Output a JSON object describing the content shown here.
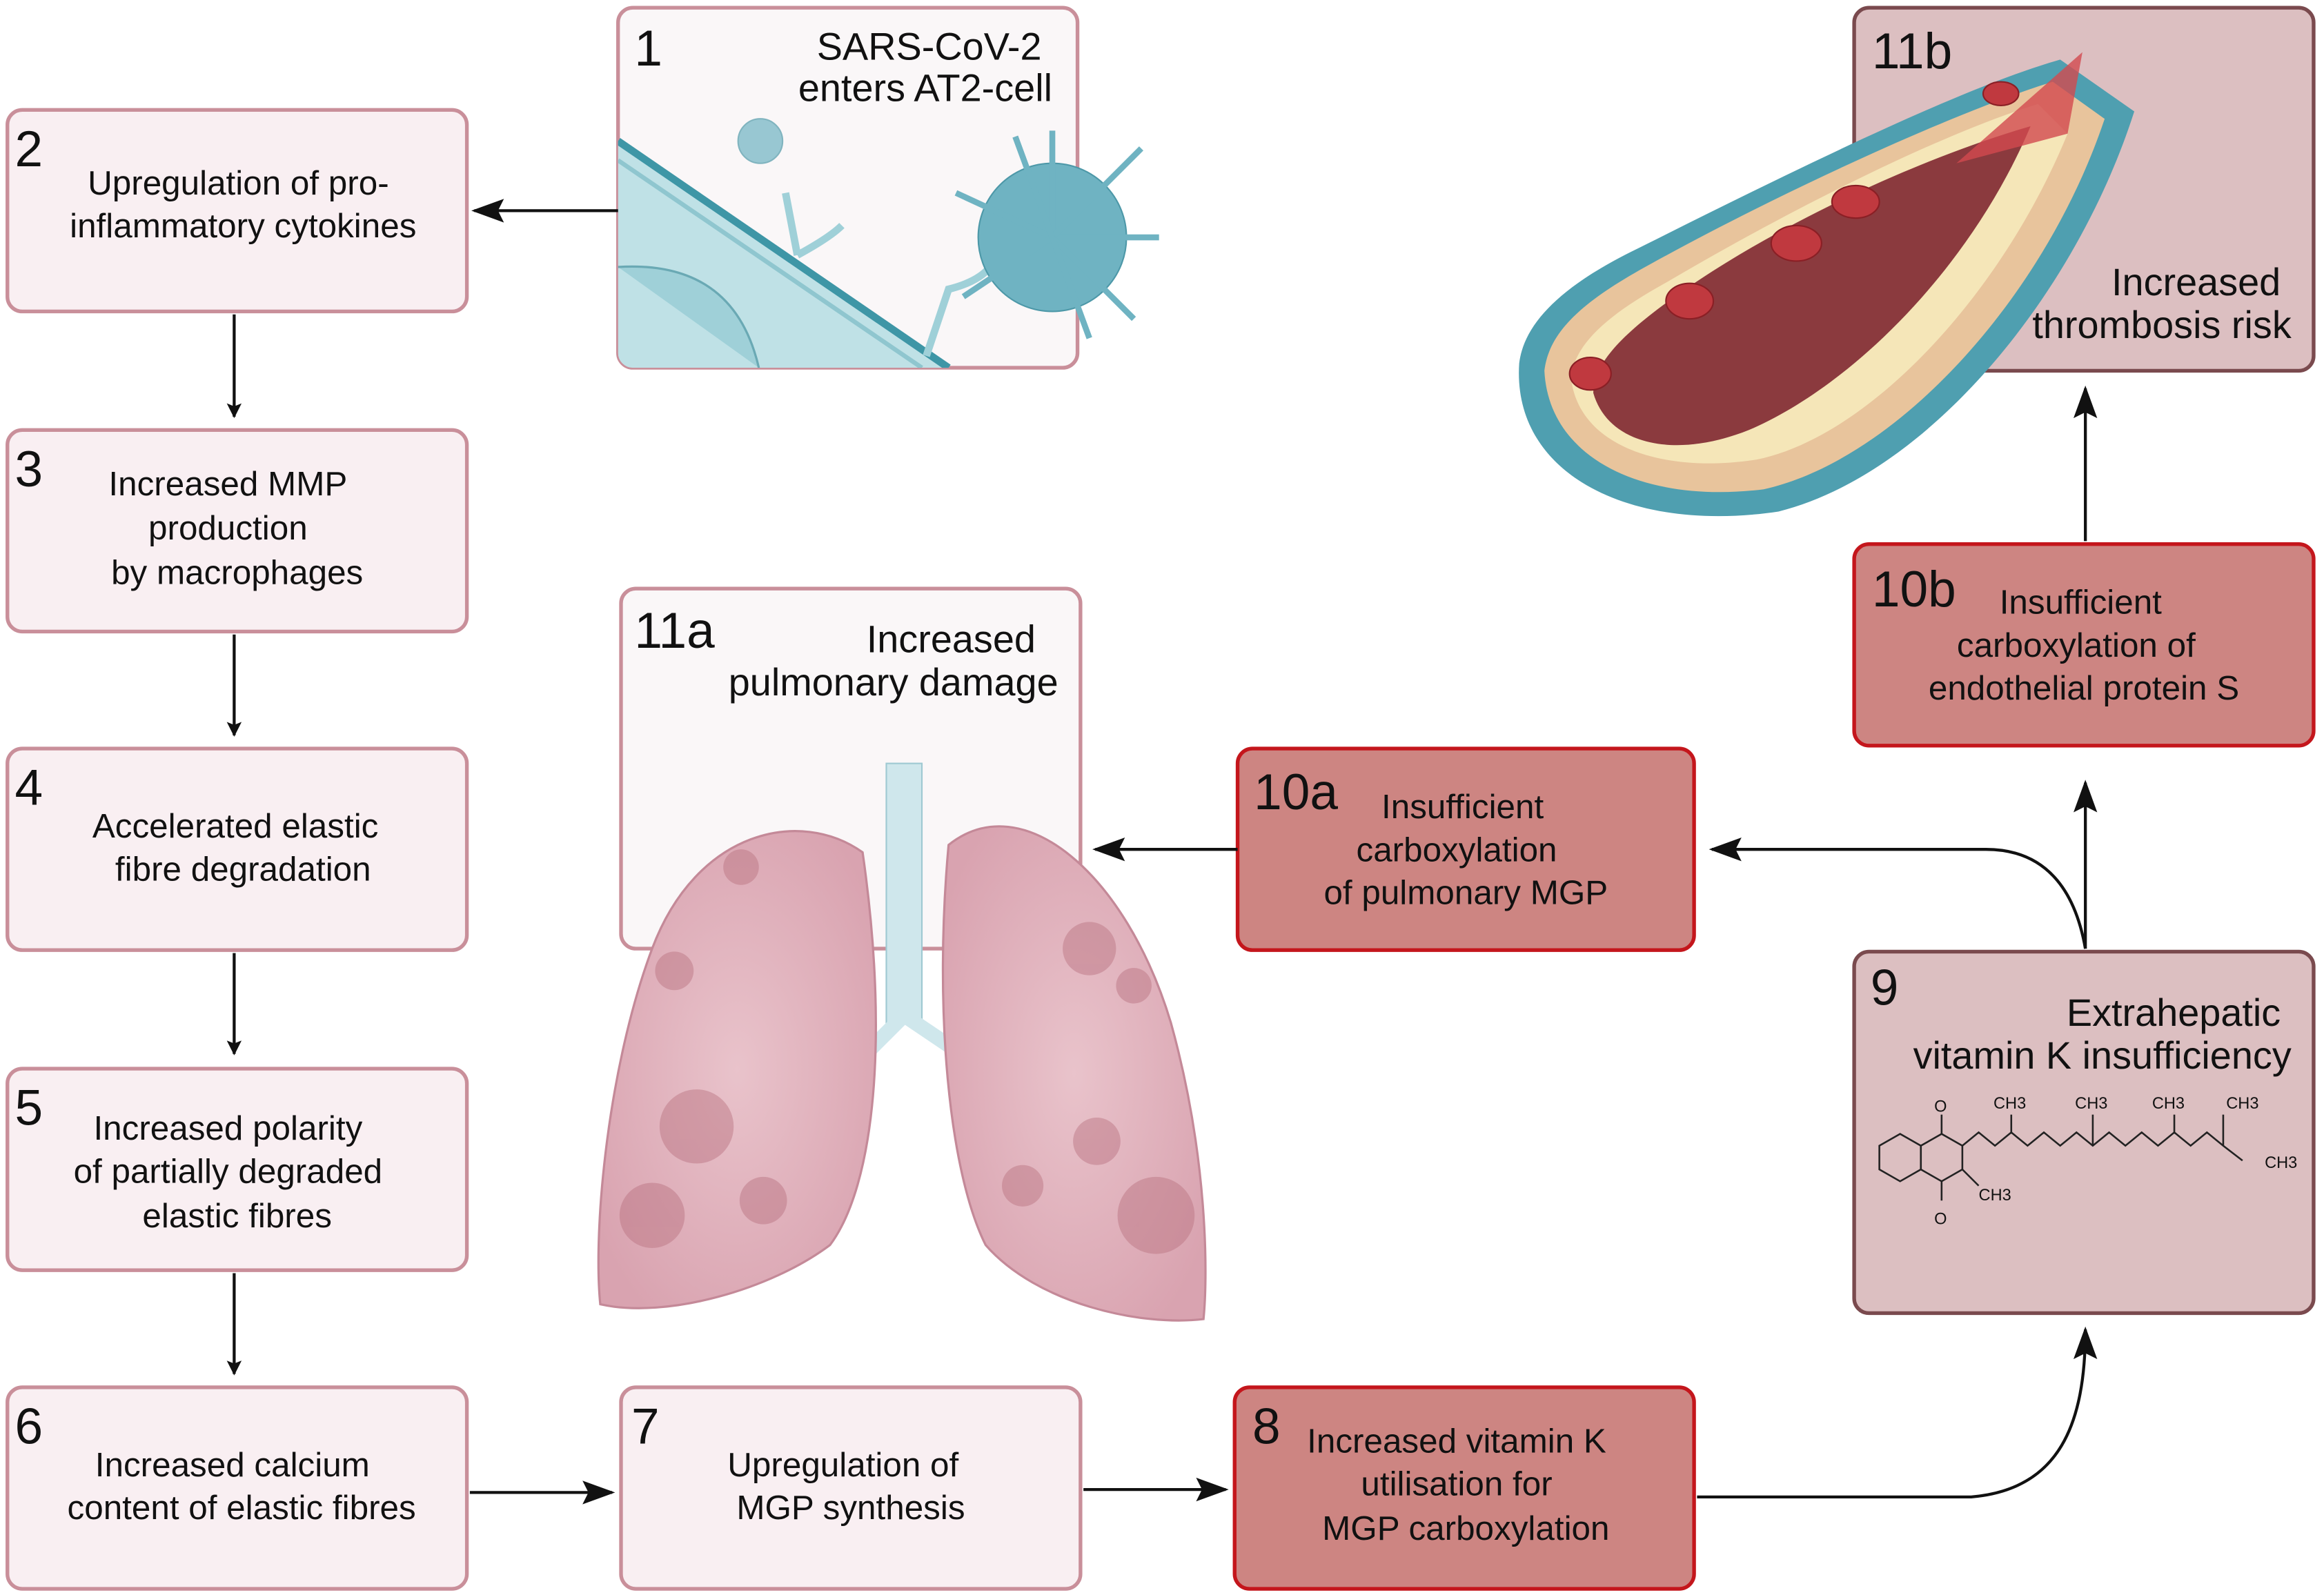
{
  "steps": {
    "s1": {
      "num": "1",
      "lines": [
        "SARS-CoV-2",
        "enters AT2-cell"
      ]
    },
    "s2": {
      "num": "2",
      "lines": [
        "Upregulation of pro-",
        "inflammatory cytokines"
      ]
    },
    "s3": {
      "num": "3",
      "lines": [
        "Increased MMP",
        "production",
        "by macrophages"
      ]
    },
    "s4": {
      "num": "4",
      "lines": [
        "Accelerated elastic",
        "fibre degradation"
      ]
    },
    "s5": {
      "num": "5",
      "lines": [
        "Increased polarity",
        "of partially degraded",
        "elastic fibres"
      ]
    },
    "s6": {
      "num": "6",
      "lines": [
        "Increased calcium",
        "content of elastic fibres"
      ]
    },
    "s7": {
      "num": "7",
      "lines": [
        "Upregulation of",
        "MGP synthesis"
      ]
    },
    "s8": {
      "num": "8",
      "lines": [
        "Increased vitamin K",
        "utilisation for",
        "MGP carboxylation"
      ]
    },
    "s9": {
      "num": "9",
      "lines": [
        "Extrahepatic",
        "vitamin K insufficiency"
      ]
    },
    "s10a": {
      "num": "10a",
      "lines": [
        "Insufficient",
        "carboxylation",
        "of pulmonary MGP"
      ]
    },
    "s10b": {
      "num": "10b",
      "lines": [
        "Insufficient",
        "carboxylation of",
        "endothelial protein S"
      ]
    },
    "s11a": {
      "num": "11a",
      "lines": [
        "Increased",
        "pulmonary damage"
      ]
    },
    "s11b": {
      "num": "11b",
      "lines": [
        "Increased",
        "thrombosis risk"
      ]
    }
  },
  "molecule": {
    "o_top": "O",
    "o_bottom": "O",
    "methyl": "CH3"
  },
  "colors": {
    "light_fill": "#f9eff2",
    "light_stroke": "#c98f9a",
    "red_fill": "#cd8582",
    "red_stroke": "#c4161c",
    "mauve_fill": "#dcbfc1",
    "mauve_stroke": "#7a4a4e",
    "virus": "#6fb3c2"
  },
  "icons": [
    "virus-icon",
    "cell-membrane-icon",
    "lungs-icon",
    "blood-vessel-icon",
    "vitamin-k-structure-icon"
  ]
}
